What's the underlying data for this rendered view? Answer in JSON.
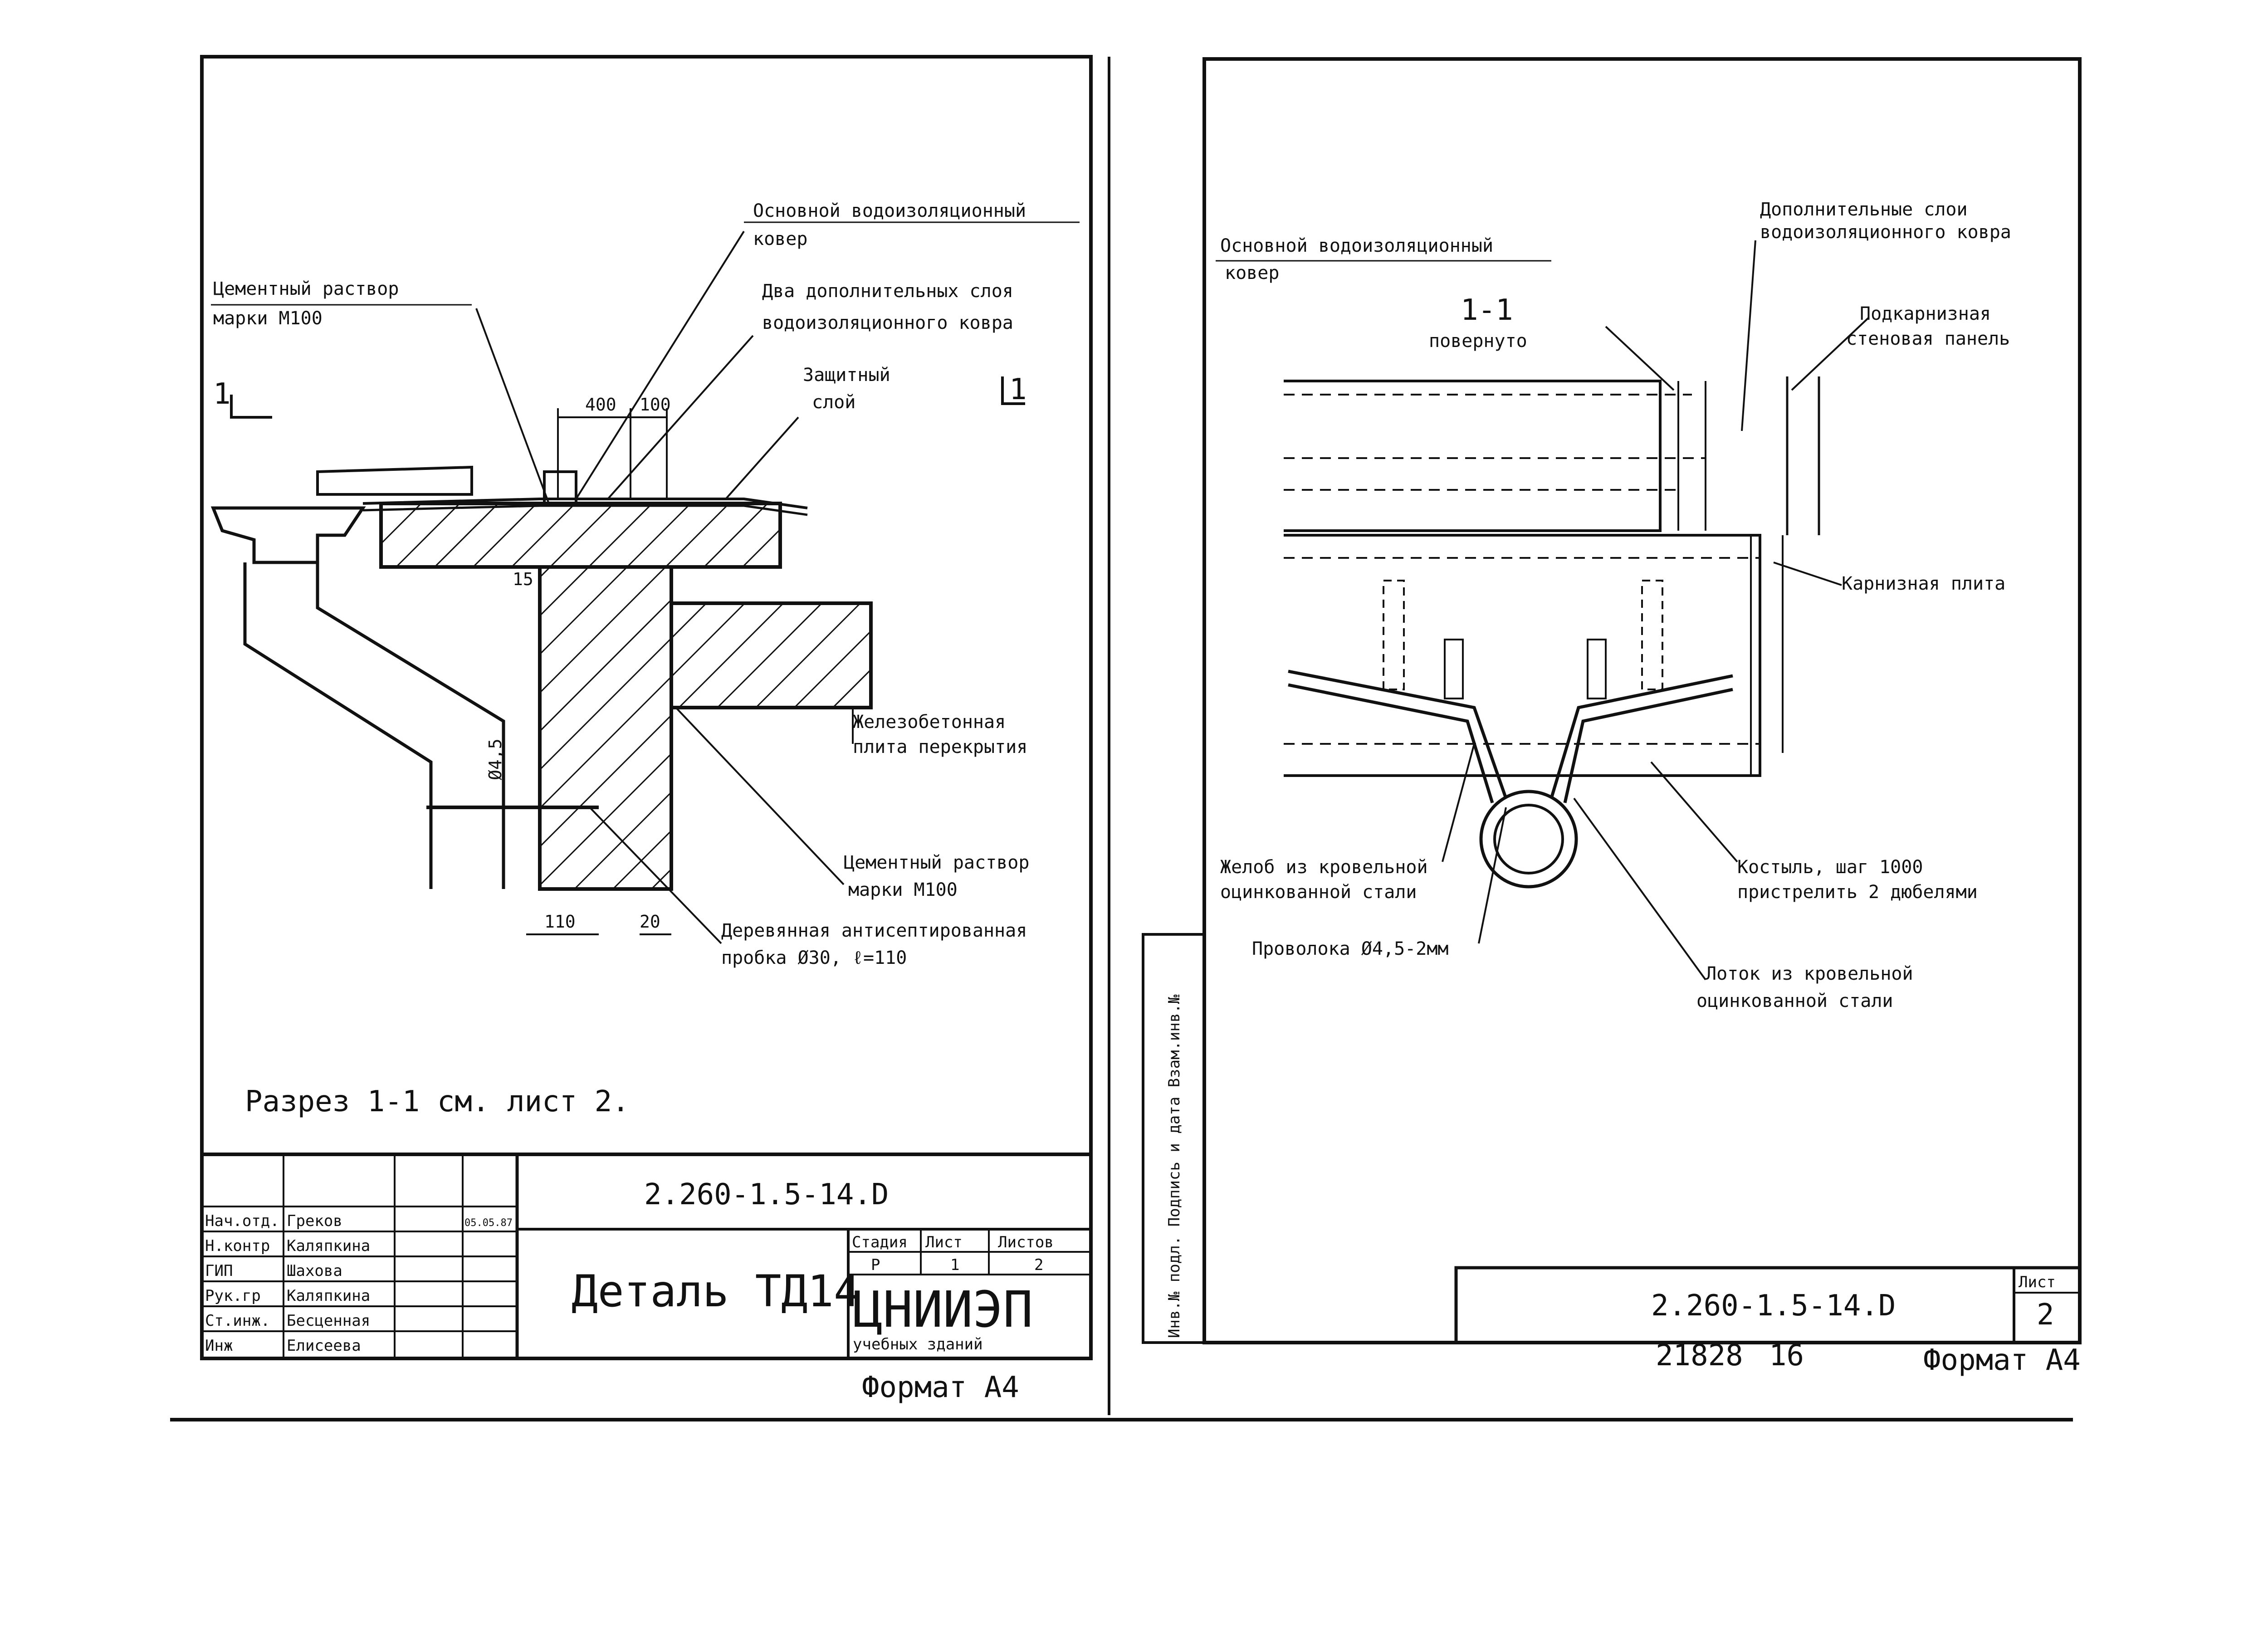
{
  "left_sheet": {
    "labels": {
      "main_carpet_1": "Основной водоизоляционный",
      "main_carpet_2": "ковер",
      "two_layers_1": "Два дополнительных слоя",
      "two_layers_2": "водоизоляционного ковра",
      "cement_top_1": "Цементный раствор",
      "cement_top_2": "марки М100",
      "protective_1": "Защитный",
      "protective_2": "слой",
      "rc_slab_1": "Железобетонная",
      "rc_slab_2": "плита перекрытия",
      "cement_bottom_1": "Цементный раствор",
      "cement_bottom_2": "марки М100",
      "plug_1": "Деревянная антисептированная",
      "plug_2": "пробка Ø30, ℓ=110",
      "section_mark_left": "1",
      "section_mark_right": "1",
      "dim_400": "400",
      "dim_100": "100",
      "dim_15": "15",
      "dim_d45": "Ø4,5",
      "dim_110": "110",
      "dim_20": "20",
      "note": "Разрез 1-1 см. лист 2."
    },
    "title_block": {
      "doc_code": "2.260-1.5-14.D",
      "title": "Деталь ТД14",
      "org": "ЦНИИЭП",
      "org_sub": "учебных зданий",
      "stage_h": "Стадия",
      "sheet_h": "Лист",
      "sheets_h": "Листов",
      "stage": "Р",
      "sheet": "1",
      "sheets": "2",
      "date": "05.05.87",
      "roles": [
        {
          "role": "Нач.отд.",
          "name": "Греков"
        },
        {
          "role": "Н.контр",
          "name": "Каляпкина"
        },
        {
          "role": "ГИП",
          "name": "Шахова"
        },
        {
          "role": "Рук.гр",
          "name": "Каляпкина"
        },
        {
          "role": "Ст.инж.",
          "name": "Бесценная"
        },
        {
          "role": "Инж",
          "name": "Елисеева"
        }
      ],
      "format": "Формат А4"
    }
  },
  "right_sheet": {
    "labels": {
      "extra_layers_1": "Дополнительные слои",
      "extra_layers_2": "водоизоляционного ковра",
      "main_carpet_1": "Основной водоизоляционный",
      "main_carpet_2": "ковер",
      "section_num": "1-1",
      "rotated": "повернуто",
      "wall_panel_1": "Подкарнизная",
      "wall_panel_2": "стеновая панель",
      "cornice_slab": "Карнизная плита",
      "gutter_1": "Желоб из кровельной",
      "gutter_2": "оцинкованной стали",
      "crutch_1": "Костыль, шаг 1000",
      "crutch_2": "пристрелить 2 дюбелями",
      "wire": "Проволока Ø4,5-2мм",
      "tray_1": "Лоток из кровельной",
      "tray_2": "оцинкованной стали"
    },
    "side_stamp": "Инв.№ подл. Подпись и дата Взам.инв.№",
    "title_block": {
      "doc_code": "2.260-1.5-14.D",
      "sheet_h": "Лист",
      "sheet": "2"
    },
    "inv_number": "21828",
    "inv_suffix": "16",
    "format": "Формат А4"
  }
}
